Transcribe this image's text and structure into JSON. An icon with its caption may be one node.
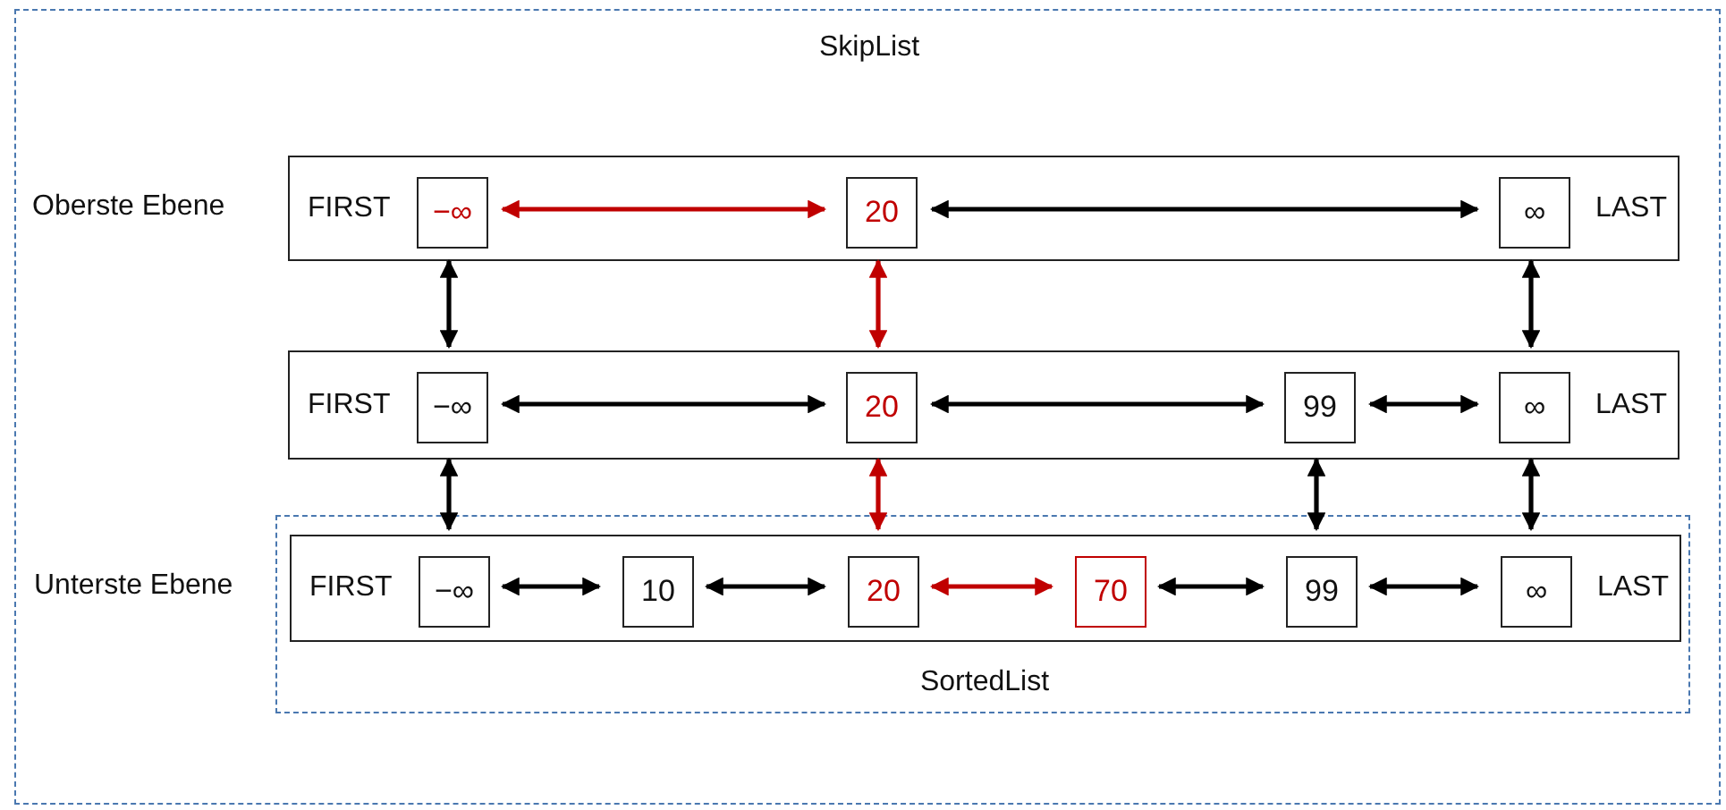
{
  "diagram": {
    "nodes": [
      {
        "text": [
          "SkipList"
        ]
      },
      {
        "text": [
          "FIRST",
          "LAST"
        ],
        "beside": [
          "Oberste Ebene"
        ],
        "in": 0
      },
      {
        "text": [
          "−∞"
        ],
        "in": 1
      },
      {
        "text": [
          "20"
        ],
        "in": 1
      },
      {
        "text": [
          "∞"
        ],
        "in": 1
      },
      {
        "text": [
          "FIRST",
          "LAST"
        ],
        "in": 0
      },
      {
        "text": [
          "−∞"
        ],
        "in": 5
      },
      {
        "text": [
          "20"
        ],
        "in": 5
      },
      {
        "text": [
          "99"
        ],
        "in": 5
      },
      {
        "text": [
          "∞"
        ],
        "in": 5
      },
      {
        "text": [
          "SortedList"
        ],
        "in": 0
      },
      {
        "text": [
          "FIRST",
          "LAST"
        ],
        "beside": [
          "Unterste Ebene"
        ],
        "in": 10
      },
      {
        "text": [
          "−∞"
        ],
        "in": 11
      },
      {
        "text": [
          "10"
        ],
        "in": 11
      },
      {
        "text": [
          "20"
        ],
        "in": 11
      },
      {
        "text": [
          "70"
        ],
        "in": 11
      },
      {
        "text": [
          "99"
        ],
        "in": 11
      },
      {
        "text": [
          "∞"
        ],
        "in": 11
      }
    ],
    "edges": [
      {
        "from": 2,
        "to": 3,
        "arrow": "both",
        "color": "#c00000"
      },
      {
        "from": 3,
        "to": 4,
        "arrow": "both"
      },
      {
        "from": 2,
        "to": 6,
        "arrow": "both"
      },
      {
        "from": 3,
        "to": 7,
        "arrow": "both",
        "color": "#c00000"
      },
      {
        "from": 4,
        "to": 9,
        "arrow": "both"
      },
      {
        "from": 6,
        "to": 7,
        "arrow": "both"
      },
      {
        "from": 7,
        "to": 8,
        "arrow": "both"
      },
      {
        "from": 8,
        "to": 9,
        "arrow": "both"
      },
      {
        "from": 6,
        "to": 12,
        "arrow": "both"
      },
      {
        "from": 7,
        "to": 14,
        "arrow": "both",
        "color": "#c00000"
      },
      {
        "from": 8,
        "to": 16,
        "arrow": "both"
      },
      {
        "from": 9,
        "to": 17,
        "arrow": "both"
      },
      {
        "from": 12,
        "to": 13,
        "arrow": "both"
      },
      {
        "from": 13,
        "to": 14,
        "arrow": "both"
      },
      {
        "from": 14,
        "to": 15,
        "arrow": "both",
        "color": "#c00000"
      },
      {
        "from": 15,
        "to": 16,
        "arrow": "both"
      },
      {
        "from": 16,
        "to": 17,
        "arrow": "both"
      }
    ]
  }
}
